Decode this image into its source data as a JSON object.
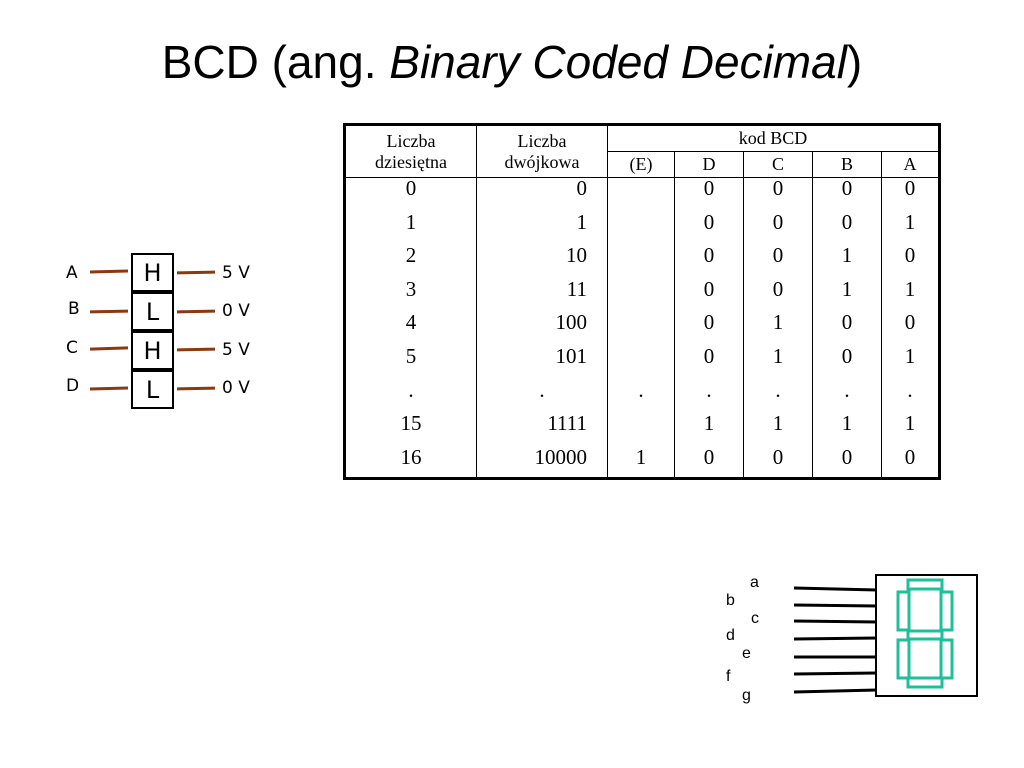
{
  "title": {
    "prefix": "BCD (ang. ",
    "emphasis": "Binary Coded Decimal",
    "suffix": ")"
  },
  "table": {
    "header_decimal": "Liczba dziesiętna",
    "header_binary": "Liczba dwójkowa",
    "header_bcd": "kod BCD",
    "bcd_columns": [
      "(E)",
      "D",
      "C",
      "B",
      "A"
    ],
    "rows": [
      {
        "dec": "0",
        "bin": "0",
        "e": "",
        "d": "0",
        "c": "0",
        "b": "0",
        "a": "0"
      },
      {
        "dec": "1",
        "bin": "1",
        "e": "",
        "d": "0",
        "c": "0",
        "b": "0",
        "a": "1"
      },
      {
        "dec": "2",
        "bin": "10",
        "e": "",
        "d": "0",
        "c": "0",
        "b": "1",
        "a": "0"
      },
      {
        "dec": "3",
        "bin": "11",
        "e": "",
        "d": "0",
        "c": "0",
        "b": "1",
        "a": "1"
      },
      {
        "dec": "4",
        "bin": "100",
        "e": "",
        "d": "0",
        "c": "1",
        "b": "0",
        "a": "0"
      },
      {
        "dec": "5",
        "bin": "101",
        "e": "",
        "d": "0",
        "c": "1",
        "b": "0",
        "a": "1"
      },
      {
        "dec": ".",
        "bin": ".",
        "e": ".",
        "d": ".",
        "c": ".",
        "b": ".",
        "a": "."
      },
      {
        "dec": "15",
        "bin": "1111",
        "e": "",
        "d": "1",
        "c": "1",
        "b": "1",
        "a": "1"
      },
      {
        "dec": "16",
        "bin": "10000",
        "e": "1",
        "d": "0",
        "c": "0",
        "b": "0",
        "a": "0"
      }
    ]
  },
  "logic_diagram": {
    "inputs": [
      "A",
      "B",
      "C",
      "D"
    ],
    "states": [
      "H",
      "L",
      "H",
      "L"
    ],
    "voltages": [
      "5 V",
      "0 V",
      "5 V",
      "0 V"
    ],
    "wire_color": "#8a3a10"
  },
  "seven_segment": {
    "segment_labels": [
      "a",
      "b",
      "c",
      "d",
      "e",
      "f",
      "g"
    ],
    "segment_color": "#1fbf99"
  }
}
